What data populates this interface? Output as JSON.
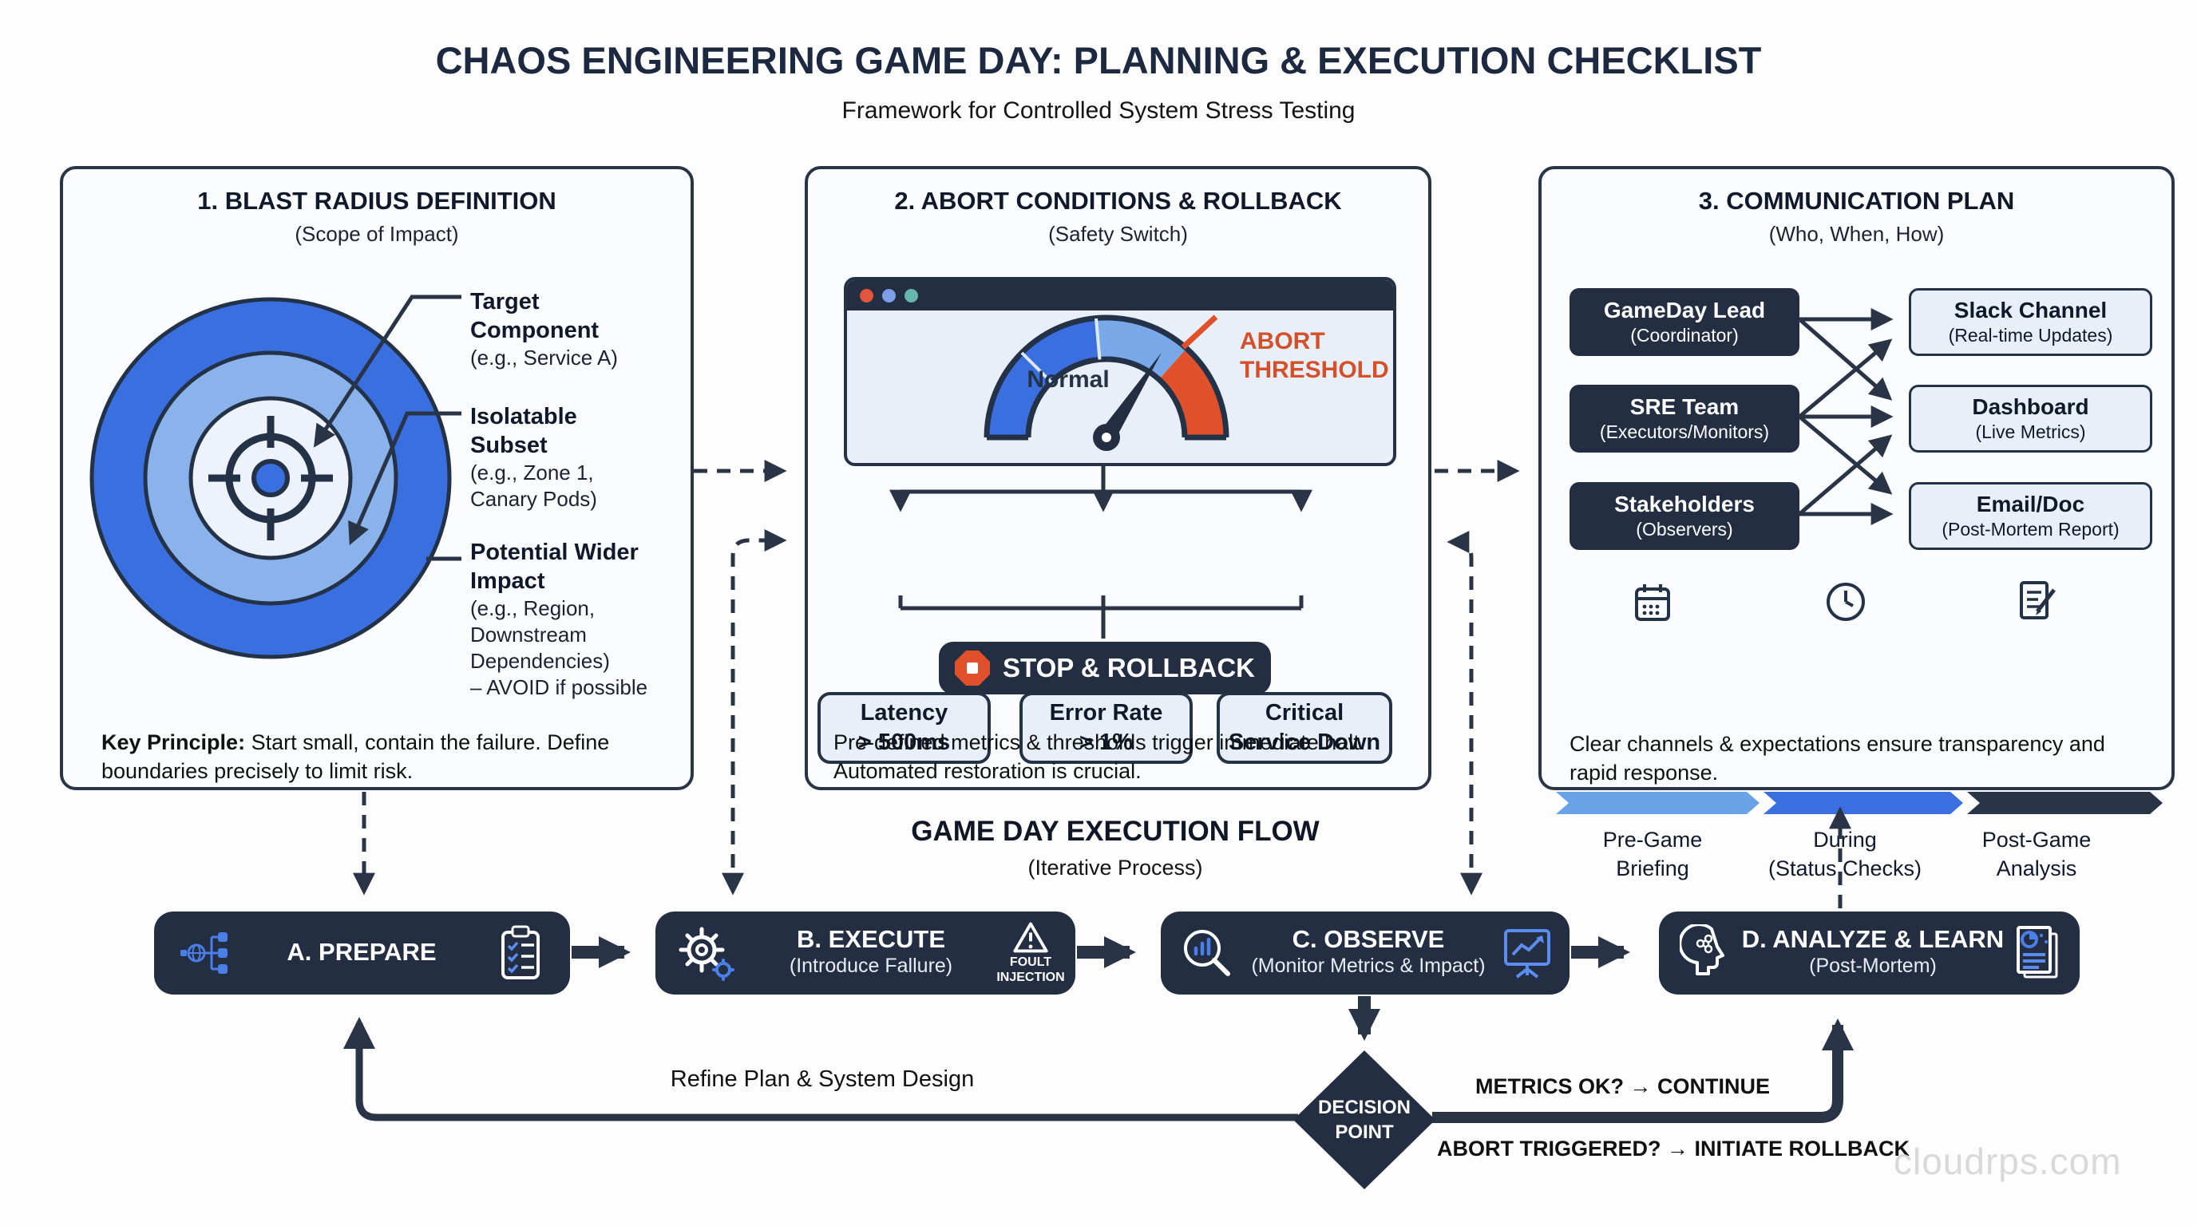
{
  "title": "CHAOS ENGINEERING GAME DAY: PLANNING & EXECUTION CHECKLIST",
  "subtitle": "Framework for Controlled System Stress Testing",
  "watermark": "cloudrps.com",
  "colors": {
    "navy": "#2a3447",
    "box_dark": "#232e42",
    "blue": "#3b6fe0",
    "light_blue": "#7aa9ea",
    "pale_box": "#e9eff8",
    "orange": "#e0512b",
    "orange_text": "#d4502a"
  },
  "panel1": {
    "title": "1. BLAST RADIUS DEFINITION",
    "subtitle": "(Scope of Impact)",
    "labels": [
      {
        "title": "Target Component",
        "sub": "(e.g., Service A)"
      },
      {
        "title": "Isolatable Subset",
        "sub": "(e.g., Zone 1,\nCanary Pods)"
      },
      {
        "title": "Potential Wider Impact",
        "sub": "(e.g., Region,\nDownstream\nDependencies)\n– AVOID if possible"
      }
    ],
    "key_principle_label": "Key Principle:",
    "key_principle_text": " Start small, contain the failure. Define boundaries precisely to limit risk."
  },
  "panel2": {
    "title": "2. ABORT CONDITIONS & ROLLBACK",
    "subtitle": "(Safety Switch)",
    "gauge": {
      "normal": "Normal",
      "abort_line1": "ABORT",
      "abort_line2": "THRESHOLD"
    },
    "conditions": [
      "Latency\n> 500ms",
      "Error Rate\n> 1%",
      "Critical\nService Down"
    ],
    "stop_label": "STOP & ROLLBACK",
    "caption": "Pre-defined metrics & thresholds trigger immediate halt. Automated restoration is crucial."
  },
  "panel3": {
    "title": "3. COMMUNICATION PLAN",
    "subtitle": "(Who, When, How)",
    "roles": [
      {
        "title": "GameDay Lead",
        "sub": "(Coordinator)"
      },
      {
        "title": "SRE Team",
        "sub": "(Executors/Monitors)"
      },
      {
        "title": "Stakeholders",
        "sub": "(Observers)"
      }
    ],
    "channels": [
      {
        "title": "Slack Channel",
        "sub": "(Real-time Updates)"
      },
      {
        "title": "Dashboard",
        "sub": "(Live Metrics)"
      },
      {
        "title": "Email/Doc",
        "sub": "(Post-Mortem Report)"
      }
    ],
    "timeline": [
      "Pre-Game\nBriefing",
      "During\n(Status Checks)",
      "Post-Game\nAnalysis"
    ],
    "caption": "Clear channels & expectations ensure transparency and rapid response."
  },
  "flow": {
    "title": "GAME DAY EXECUTION FLOW",
    "subtitle": "(Iterative Process)",
    "steps": [
      {
        "title": "A. PREPARE",
        "sub": ""
      },
      {
        "title": "B. EXECUTE",
        "sub": "(Introduce Fallure)",
        "badge": "FOULT\nINJECTION"
      },
      {
        "title": "C. OBSERVE",
        "sub": "(Monitor Metrics & Impact)"
      },
      {
        "title": "D. ANALYZE & LEARN",
        "sub": "(Post-Mortem)"
      }
    ],
    "decision": "DECISION\nPOINT",
    "refine_label": "Refine Plan & System Design",
    "continue_label": "METRICS OK? → CONTINUE",
    "abort_label": "ABORT TRIGGERED? → INITIATE ROLLBACK"
  }
}
